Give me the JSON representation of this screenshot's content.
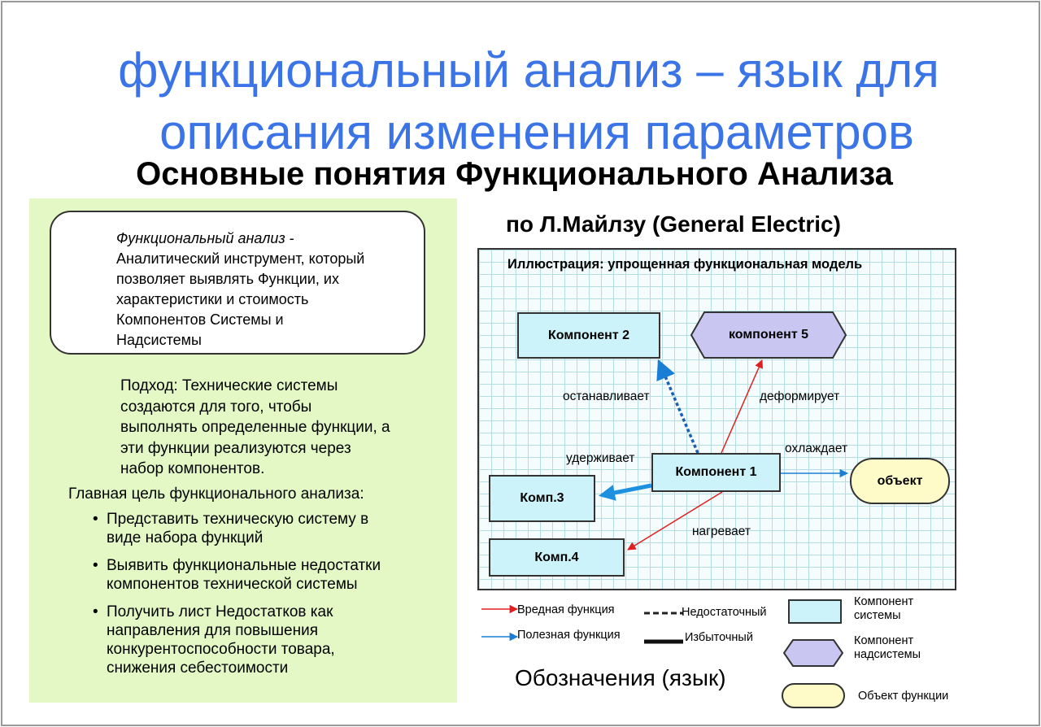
{
  "header": {
    "title_line1": "функциональный анализ – язык для",
    "title_line2": "описания изменения параметров",
    "subtitle": "Основные понятия Функционального Анализа"
  },
  "left": {
    "definition_term": "Функциональный анализ",
    "definition_dash": " -",
    "definition_lines": [
      "Аналитический инструмент, который",
      "позволяет выявлять Функции, их",
      "характеристики и стоимость",
      "Компонентов Системы и",
      "Надсистемы"
    ],
    "approach_lines": [
      "Подход: Технические системы",
      "создаются для того, чтобы",
      "выполнять определенные функции, а",
      "эти функции реализуются через",
      "набор компонентов."
    ],
    "goal_heading": "Главная цель функционального анализа:",
    "goals": [
      [
        "Представить техническую систему в",
        "виде набора функций"
      ],
      [
        "Выявить функциональные недостатки",
        "компонентов технической системы"
      ],
      [
        "Получить лист Недостатков как",
        "направления для повышения",
        "конкурентоспособности товара,",
        "снижения себестоимости"
      ]
    ]
  },
  "diagram": {
    "attribution": "по  Л.Майлзу (General Electric)",
    "illustration_title": "Иллюстрация: упрощенная функциональная модель",
    "components": {
      "c1": "Компонент 1",
      "c2": "Компонент 2",
      "c3": "Комп.3",
      "c4": "Комп.4",
      "c5": "компонент 5",
      "object": "объект"
    },
    "functions": {
      "stops": "останавливает",
      "deforms": "деформирует",
      "holds": "удерживает",
      "cools": "охлаждает",
      "heats": "нагревает"
    },
    "colors": {
      "harmful": "#e02020",
      "useful": "#1a7fd4",
      "insufficient": "#1a5fb4",
      "excessive": "#1e90e0",
      "component_fill": "#ccf3f9",
      "supersystem_fill": "#c9c6f2",
      "object_fill": "#fefbc9",
      "left_panel": "#e3f8c4",
      "title": "#3a74e6"
    }
  },
  "legend": {
    "harmful": "Вредная функция",
    "useful": "Полезная функция",
    "insufficient": "Недостаточный",
    "excessive": "Избыточный",
    "system_component": [
      "Компонент",
      "системы"
    ],
    "supersystem_component": [
      "Компонент",
      "надсистемы"
    ],
    "function_object": "Объект функции",
    "notation": "Обозначения (язык)"
  }
}
